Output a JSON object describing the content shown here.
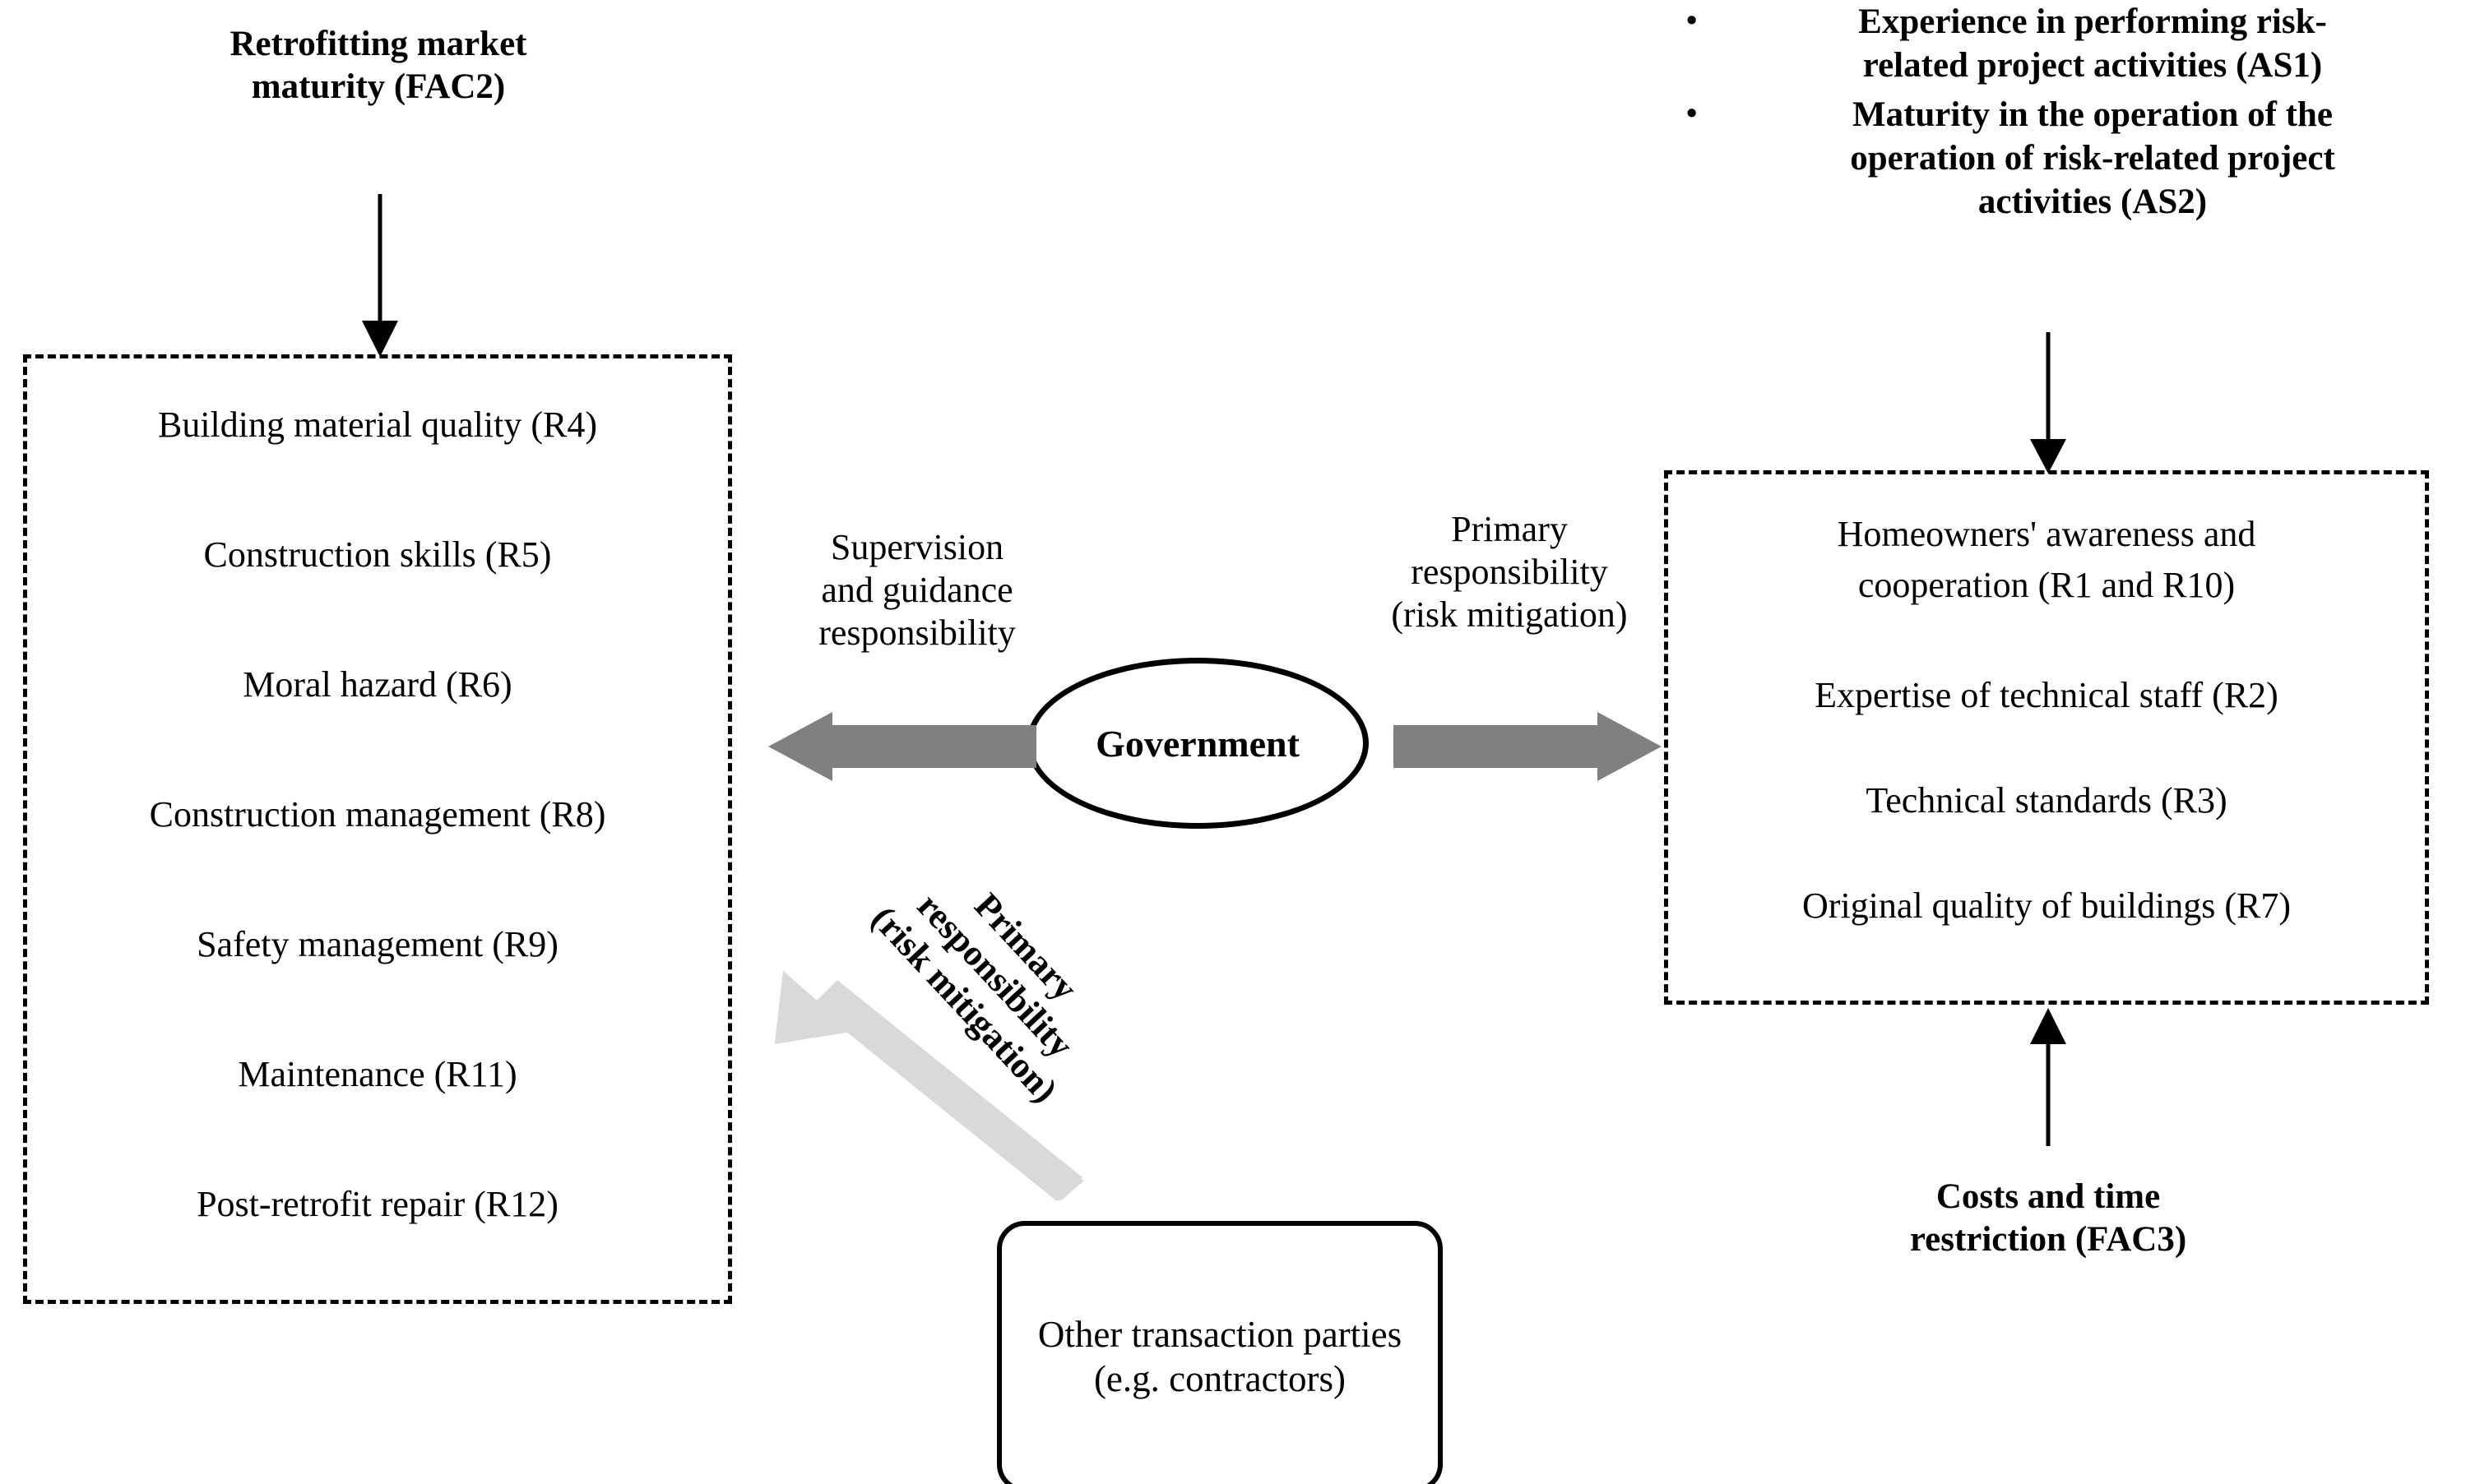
{
  "diagram": {
    "title_left_factor": "Retrofitting market\nmaturity (FAC2)",
    "title_left_factor_line1": "Retrofitting market",
    "title_left_factor_line2": "maturity (FAC2)",
    "central_node": "Government",
    "bottom_right_factor_line1": "Costs and time",
    "bottom_right_factor_line2": "restriction (FAC3)",
    "other_parties_box": "Other transaction parties (e.g. contractors)",
    "colors": {
      "outline": "#000000",
      "arrow_gray": "#808080",
      "arrow_light_gray": "#D9D9D9",
      "background": "#FFFFFF"
    }
  },
  "assumptions": {
    "bullet_glyph": "•",
    "items": [
      "Experience in performing risk-related project activities (AS1)",
      "Maturity in the operation of the operation of risk-related project activities (AS2)"
    ],
    "items_lines": [
      [
        "Experience in performing risk-",
        "related project activities (AS1)"
      ],
      [
        "Maturity in the operation of the",
        "operation of risk-related project",
        "activities (AS2)"
      ]
    ]
  },
  "left_risk_box": {
    "items": [
      "Building material quality (R4)",
      "Construction skills (R5)",
      "Moral hazard (R6)",
      "Construction management (R8)",
      "Safety management (R9)",
      "Maintenance (R11)",
      "Post-retrofit repair (R12)"
    ]
  },
  "right_risk_box": {
    "items": [
      "Homeowners' awareness and",
      "cooperation (R1 and R10)",
      "Expertise of technical staff (R2)",
      "Technical standards (R3)",
      "Original quality of buildings (R7)"
    ]
  },
  "arrow_labels": {
    "left": [
      "Supervision",
      "and guidance",
      "responsibility"
    ],
    "right": [
      "Primary",
      "responsibility",
      "(risk mitigation)"
    ],
    "diagonal": [
      "Primary",
      "responsibility",
      "(risk mitigation)"
    ]
  }
}
